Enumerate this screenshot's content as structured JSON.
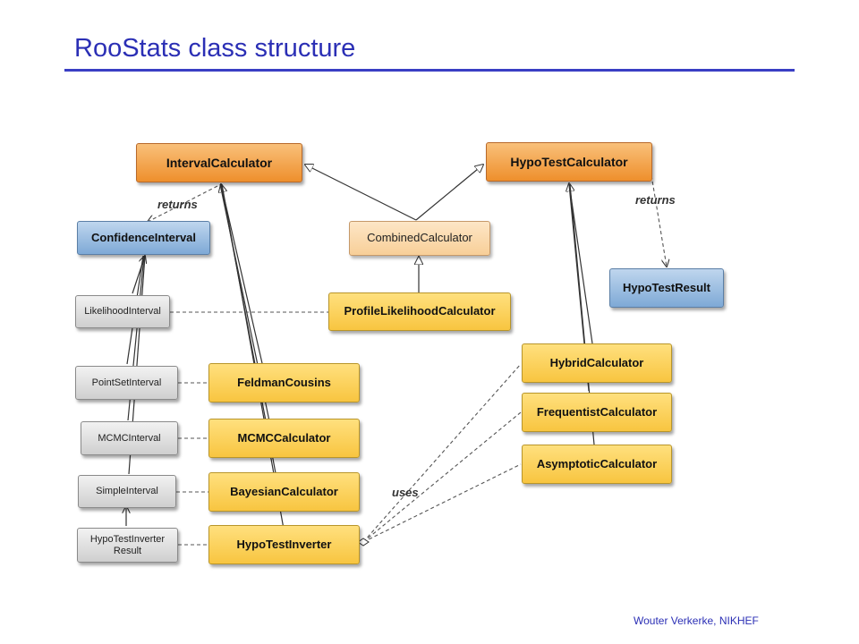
{
  "slide": {
    "title": "RooStats class structure",
    "footer": "Wouter Verkerke, NIKHEF"
  },
  "diagram": {
    "classes": {
      "interval_calculator": "IntervalCalculator",
      "hypotest_calculator": "HypoTestCalculator",
      "confidence_interval": "ConfidenceInterval",
      "combined_calculator": "CombinedCalculator",
      "hypotest_result": "HypoTestResult",
      "likelihood_interval": "LikelihoodInterval",
      "profile_likelihood_calculator": "ProfileLikelihoodCalculator",
      "hybrid_calculator": "HybridCalculator",
      "pointset_interval": "PointSetInterval",
      "feldman_cousins": "FeldmanCousins",
      "frequentist_calculator": "FrequentistCalculator",
      "mcmc_interval": "MCMCInterval",
      "mcmc_calculator": "MCMCCalculator",
      "asymptotic_calculator": "AsymptoticCalculator",
      "simple_interval": "SimpleInterval",
      "bayesian_calculator": "BayesianCalculator",
      "hypotest_inverter_result_line1": "HypoTestInverter",
      "hypotest_inverter_result_line2": "Result",
      "hypotest_inverter": "HypoTestInverter"
    },
    "labels": {
      "returns_interval": "returns",
      "returns_hypotest": "returns",
      "uses": "uses"
    }
  }
}
